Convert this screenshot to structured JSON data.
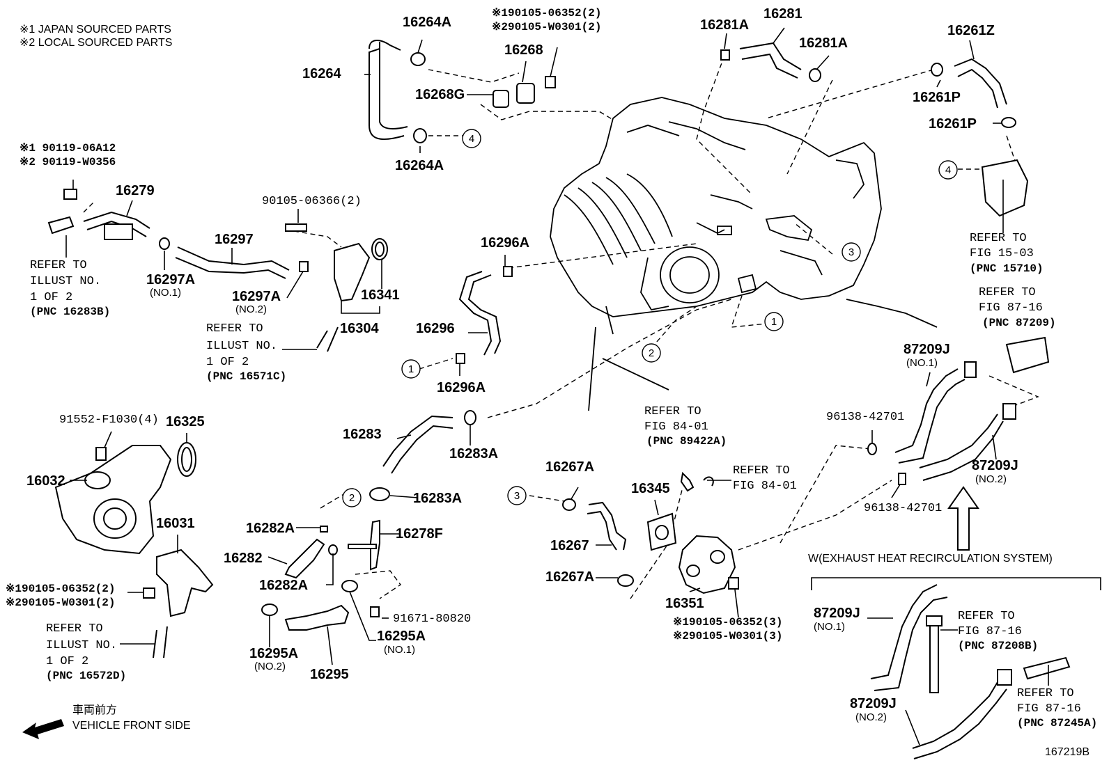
{
  "notes": {
    "japan": "※1  JAPAN SOURCED PARTS",
    "local": "※2  LOCAL SOURCED PARTS"
  },
  "labels": {
    "p16264A_top": "16264A",
    "p16264A_bot": "16264A",
    "p16264": "16264",
    "bolt_top_1": "※190105-06352(2)",
    "bolt_top_2": "※290105-W0301(2)",
    "p16268": "16268",
    "p16268G": "16268G",
    "p16281A_l": "16281A",
    "p16281": "16281",
    "p16281A_r": "16281A",
    "p16261Z": "16261Z",
    "p16261P_1": "16261P",
    "p16261P_2": "16261P",
    "bolt_left_1": "※1 90119-06A12",
    "bolt_left_2": "※2 90119-W0356",
    "p16279": "16279",
    "ref1_l1": "REFER TO",
    "ref1_l2": "ILLUST NO.",
    "ref1_l3": "1 OF 2",
    "ref1_l4": "(PNC 16283B)",
    "p16297A_1": "16297A",
    "no1_a": "(NO.1)",
    "p16297": "16297",
    "p16297A_2": "16297A",
    "no2_a": "(NO.2)",
    "bolt_90105_06366": "90105-06366(2)",
    "p16341": "16341",
    "p16304": "16304",
    "ref2_l1": "REFER TO",
    "ref2_l2": "ILLUST NO.",
    "ref2_l3": "1 OF 2",
    "ref2_l4": "(PNC 16571C)",
    "p16296A_top": "16296A",
    "p16296": "16296",
    "p16296A_bot": "16296A",
    "ref_1503_l1": "REFER TO",
    "ref_1503_l2": "FIG 15-03",
    "ref_1503_l3": "(PNC 15710)",
    "ref_8716a_l1": "REFER TO",
    "ref_8716a_l2": "FIG 87-16",
    "ref_8716a_l3": "(PNC 87209)",
    "p87209J_1": "87209J",
    "no1_b": "(NO.1)",
    "p96138_1": "96138-42701",
    "p96138_2": "96138-42701",
    "p87209J_2": "87209J",
    "no2_b": "(NO.2)",
    "bolt_91552": "91552-F1030(4)",
    "p16325": "16325",
    "p16032": "16032",
    "p16031": "16031",
    "bolt_mid_1": "※190105-06352(2)",
    "bolt_mid_2": "※290105-W0301(2)",
    "ref3_l1": "REFER TO",
    "ref3_l2": "ILLUST NO.",
    "ref3_l3": "1 OF 2",
    "ref3_l4": "(PNC 16572D)",
    "p16283": "16283",
    "p16283A_1": "16283A",
    "p16283A_2": "16283A",
    "p16282A_1": "16282A",
    "p16282": "16282",
    "p16282A_2": "16282A",
    "p16278F": "16278F",
    "bolt_91671": "91671-80820",
    "p16295A_1": "16295A",
    "no1_c": "(NO.1)",
    "p16295A_2": "16295A",
    "no2_c": "(NO.2)",
    "p16295": "16295",
    "ref_8401a_l1": "REFER TO",
    "ref_8401a_l2": "FIG 84-01",
    "ref_8401a_l3": "(PNC 89422A)",
    "ref_8401b_l1": "REFER TO",
    "ref_8401b_l2": "FIG 84-01",
    "p16267A_1": "16267A",
    "p16267": "16267",
    "p16267A_2": "16267A",
    "p16345": "16345",
    "p16351": "16351",
    "bolt_bot_1": "※190105-06352(3)",
    "bolt_bot_2": "※290105-W0301(3)",
    "exh_title": "W(EXHAUST HEAT RECIRCULATION SYSTEM)",
    "p87209J_3": "87209J",
    "no1_d": "(NO.1)",
    "p87209J_4": "87209J",
    "no2_d": "(NO.2)",
    "ref_8716b_l1": "REFER TO",
    "ref_8716b_l2": "FIG 87-16",
    "ref_8716b_l3": "(PNC 87208B)",
    "ref_8716c_l1": "REFER TO",
    "ref_8716c_l2": "FIG 87-16",
    "ref_8716c_l3": "(PNC 87245A)",
    "front_jp": "車両前方",
    "front_en": "VEHICLE FRONT SIDE",
    "fig_id": "167219B"
  },
  "callouts": {
    "c1a": "1",
    "c1b": "1",
    "c2a": "2",
    "c2b": "2",
    "c3a": "3",
    "c3b": "3",
    "c4a": "4",
    "c4b": "4"
  }
}
